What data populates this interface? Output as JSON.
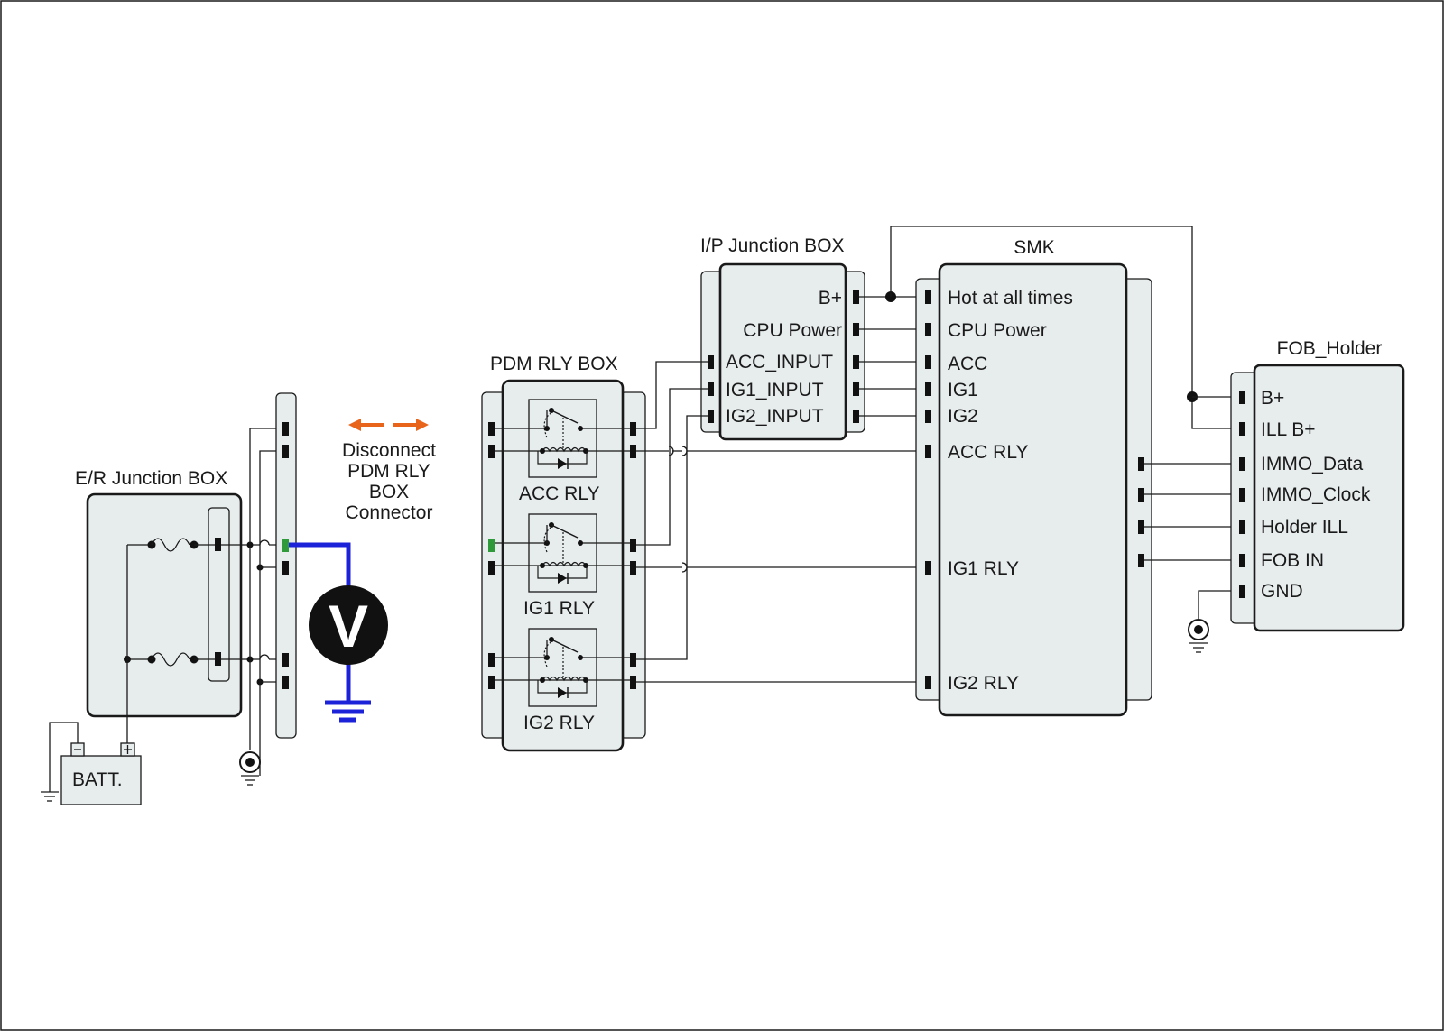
{
  "er_box": {
    "title": "E/R Junction BOX"
  },
  "battery": {
    "label": "BATT."
  },
  "voltmeter": {
    "symbol": "V"
  },
  "annotation": {
    "lines": [
      "Disconnect",
      "PDM RLY",
      "BOX",
      "Connector"
    ]
  },
  "pdm_box": {
    "title": "PDM RLY BOX",
    "relays": [
      "ACC RLY",
      "IG1 RLY",
      "IG2 RLY"
    ]
  },
  "ip_box": {
    "title": "I/P Junction BOX",
    "right_pins": [
      "B+",
      "CPU Power"
    ],
    "left_pins": [
      "ACC_INPUT",
      "IG1_INPUT",
      "IG2_INPUT"
    ]
  },
  "smk": {
    "title": "SMK",
    "pins": [
      "Hot at all times",
      "CPU Power",
      "ACC",
      "IG1",
      "IG2",
      "ACC RLY",
      "IG1 RLY",
      "IG2 RLY"
    ]
  },
  "fob_holder": {
    "title": "FOB_Holder",
    "pins": [
      "B+",
      "ILL B+",
      "IMMO_Data",
      "IMMO_Clock",
      "Holder ILL",
      "FOB IN",
      "GND"
    ]
  },
  "colors": {
    "box_fill": "#e7eced",
    "probe_lead": "#1c22d8",
    "disconnect_arrow": "#e8641b",
    "test_pin": "#2f9a3a"
  }
}
